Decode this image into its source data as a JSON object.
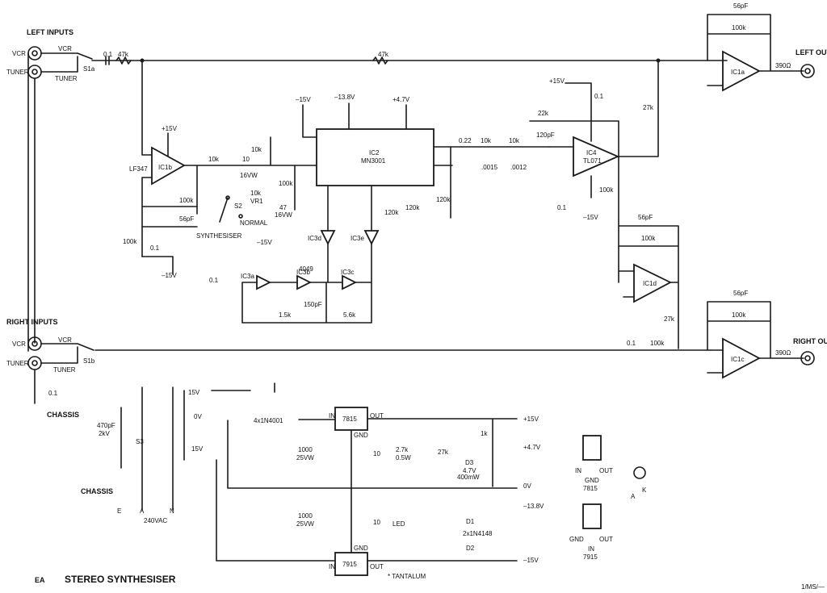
{
  "title": "STEREO SYNTHESISER",
  "logo_text": "EA",
  "drawing_code": "1/MS/—",
  "footnote": "* TANTALUM",
  "jacks": {
    "left_inputs": "LEFT INPUTS",
    "right_inputs": "RIGHT INPUTS",
    "left_output": "LEFT OUTPUT",
    "right_output": "RIGHT OUTPUT",
    "vcr": "VCR",
    "tuner": "TUNER"
  },
  "switches": {
    "s1a": "S1a",
    "s1b": "S1b",
    "s2": "S2",
    "s3": "S3",
    "synthesiser": "SYNTHESISER",
    "normal": "NORMAL"
  },
  "ics": {
    "ic1a": "IC1a",
    "ic1b": "IC1b",
    "ic1c": "IC1c",
    "ic1d": "IC1d",
    "ic2": "IC2",
    "ic2_part": "MN3001",
    "ic4": "IC4",
    "ic4_part": "TL071",
    "lf347": "LF347",
    "ic3_part": "4049",
    "ic3a": "IC3a",
    "ic3b": "IC3b",
    "ic3c": "IC3c",
    "ic3d": "IC3d",
    "ic3e": "IC3e"
  },
  "rails": {
    "p15": "+15V",
    "m15": "–15V",
    "p47": "+4.7V",
    "m138": "–13.8V",
    "zero": "0V"
  },
  "power": {
    "reg_7815": "7815",
    "reg_7915": "7915",
    "in": "IN",
    "out": "OUT",
    "gnd": "GND",
    "bridge": "4x1N4001",
    "sec_15v": "15V",
    "sec_0v": "0V",
    "mains": "240VAC",
    "mains_e": "E",
    "mains_a": "A",
    "mains_n": "N",
    "chassis": "CHASSIS",
    "cap_470pf": "470pF",
    "cap_2kv": "2kV",
    "c1000": "1000",
    "c25vw": "25VW",
    "c10": "10",
    "r27k": "2.7k",
    "r05w": "0.5W",
    "r27kb": "27k",
    "r1k": "1k",
    "d3": "D3",
    "d3_v": "4.7V",
    "d3_p": "400mW",
    "d1": "D1",
    "d2": "D2",
    "d12_part": "2x1N4148",
    "led": "LED"
  },
  "packages": {
    "p7815": "7815",
    "p7915": "7915",
    "in": "IN",
    "out": "OUT",
    "gnd": "GND",
    "a": "A",
    "k": "K"
  },
  "values": {
    "c01": "0.1",
    "c022": "0.22",
    "c0015": ".0015",
    "c0012": ".0012",
    "c56p": "56pF",
    "c120p": "120pF",
    "c150p": "150pF",
    "c10_16": "10",
    "c16vw": "16VW",
    "c47": "47",
    "r47k": "47k",
    "r100k": "100k",
    "r10k": "10k",
    "r22k": "22k",
    "r27k": "27k",
    "r120k": "120k",
    "r15k": "1.5k",
    "r56k": "5.6k",
    "r390": "390Ω",
    "vr1": "VR1",
    "vr1_val": "10k"
  }
}
